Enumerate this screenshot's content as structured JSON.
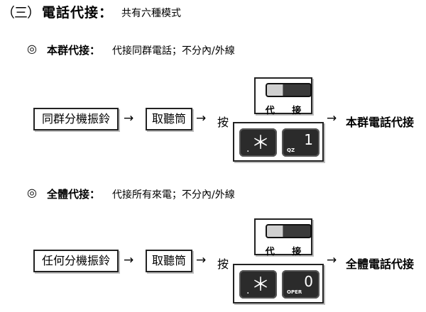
{
  "section": {
    "number": "（三）",
    "title": "電話代接：",
    "subtitle": "共有六種模式"
  },
  "modes": [
    {
      "mark": "◎",
      "title": "本群代接：",
      "desc": "代接同群電話；不分內/外線",
      "ring_box": "同群分機振鈴",
      "pickup_box": "取聽筒",
      "press": "按",
      "switch_label": "代  接",
      "key_star_main": "＊",
      "key_star_sub": ".",
      "key_digit_main": "1",
      "key_digit_sub": "QZ",
      "result": "本群電話代接"
    },
    {
      "mark": "◎",
      "title": "全體代接：",
      "desc": "代接所有來電；不分內/外線",
      "ring_box": "任何分機振鈴",
      "pickup_box": "取聽筒",
      "press": "按",
      "switch_label": "代  接",
      "key_star_main": "＊",
      "key_star_sub": ".",
      "key_digit_main": "0",
      "key_digit_sub": "OPER",
      "result": "全體電話代接"
    }
  ],
  "arrow_glyph": "→",
  "colors": {
    "text": "#000000",
    "key": "#2b2b2b",
    "toggle_dark": "#3a3a3a",
    "toggle_light": "#d0d0d0"
  },
  "icons": [
    "arrow-right-icon",
    "toggle-switch-icon"
  ]
}
